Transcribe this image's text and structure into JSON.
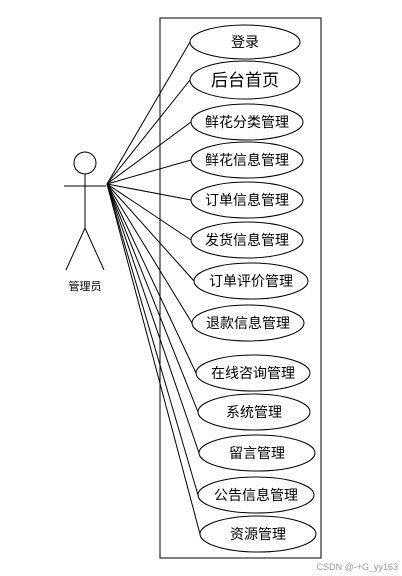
{
  "actor": {
    "label": "管理员"
  },
  "use_cases": [
    "登录",
    "后台首页",
    "鲜花分类管理",
    "鲜花信息管理",
    "订单信息管理",
    "发货信息管理",
    "订单评价管理",
    "退款信息管理",
    "在线咨询管理",
    "系统管理",
    "留言管理",
    "公告信息管理",
    "资源管理"
  ],
  "watermark": "CSDN @-+G_yy163",
  "colors": {
    "stroke": "#000000",
    "background": "#ffffff",
    "watermark": "#9a9a9a"
  }
}
